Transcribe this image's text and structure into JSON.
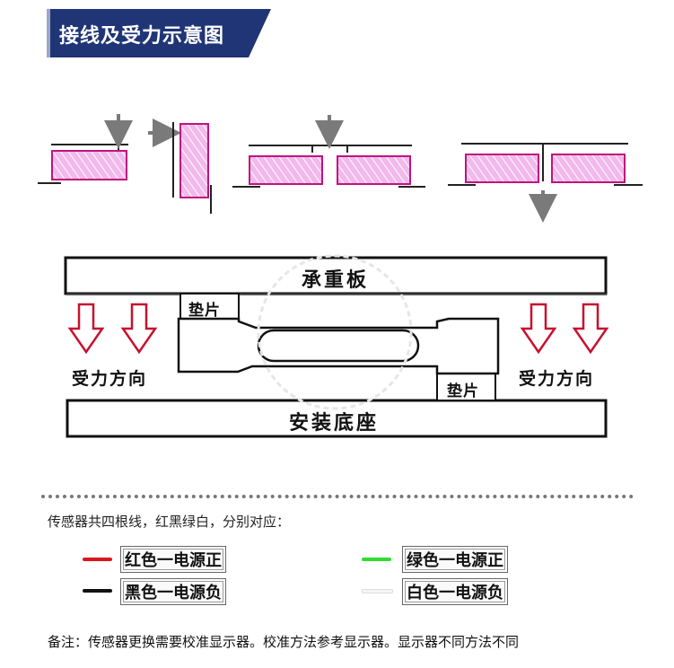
{
  "header": {
    "title": "接线及受力示意图"
  },
  "diagram": {
    "top_plate_label": "承重板",
    "base_label": "安装底座",
    "pad_label": "垫片",
    "force_label": "受力方向"
  },
  "wiring": {
    "intro": "传感器共四根线，红黑绿白，分别对应：",
    "items": [
      {
        "label": "红色一电源正",
        "color": "#d8181c"
      },
      {
        "label": "绿色一电源正",
        "color": "#2fdc2f"
      },
      {
        "label": "黑色一电源负",
        "color": "#111111"
      },
      {
        "label": "白色一电源负",
        "color": "#f4f4f4"
      }
    ]
  },
  "footnote": "备注：传感器更换需要校准显示器。校准方法参考显示器。显示器不同方法不同",
  "colors": {
    "banner": "#1f3576",
    "sensor_fill": "#f2b9ec",
    "sensor_border": "#c0137e",
    "arrow_gray": "#7a7a7a",
    "force_arrow": "#c8102e"
  }
}
